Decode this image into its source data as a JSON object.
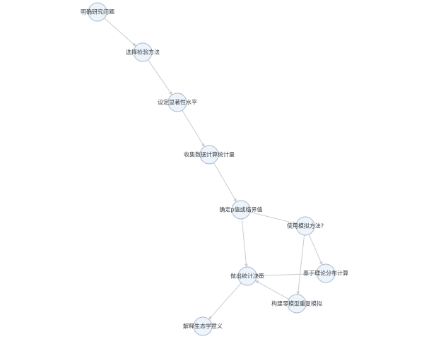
{
  "diagram": {
    "nodes": [
      {
        "id": "n1",
        "label": "明确研究问题"
      },
      {
        "id": "n2",
        "label": "选择检验方法"
      },
      {
        "id": "n3",
        "label": "设定显著性水平"
      },
      {
        "id": "n4",
        "label": "收集数据计算统计量"
      },
      {
        "id": "n5",
        "label": "确定p值或临界值"
      },
      {
        "id": "n6",
        "label": "使用模拟方法?"
      },
      {
        "id": "n7",
        "label": "基于理论分布计算"
      },
      {
        "id": "n8",
        "label": "构建零模型重复模拟"
      },
      {
        "id": "n9",
        "label": "做出统计决策"
      },
      {
        "id": "n10",
        "label": "解释生态学意义"
      }
    ],
    "edges": [
      {
        "from": "n1",
        "to": "n2"
      },
      {
        "from": "n2",
        "to": "n3"
      },
      {
        "from": "n3",
        "to": "n4"
      },
      {
        "from": "n4",
        "to": "n5"
      },
      {
        "from": "n5",
        "to": "n6"
      },
      {
        "from": "n5",
        "to": "n9"
      },
      {
        "from": "n6",
        "to": "n7"
      },
      {
        "from": "n6",
        "to": "n8"
      },
      {
        "from": "n7",
        "to": "n9"
      },
      {
        "from": "n8",
        "to": "n9"
      },
      {
        "from": "n9",
        "to": "n10"
      }
    ]
  }
}
